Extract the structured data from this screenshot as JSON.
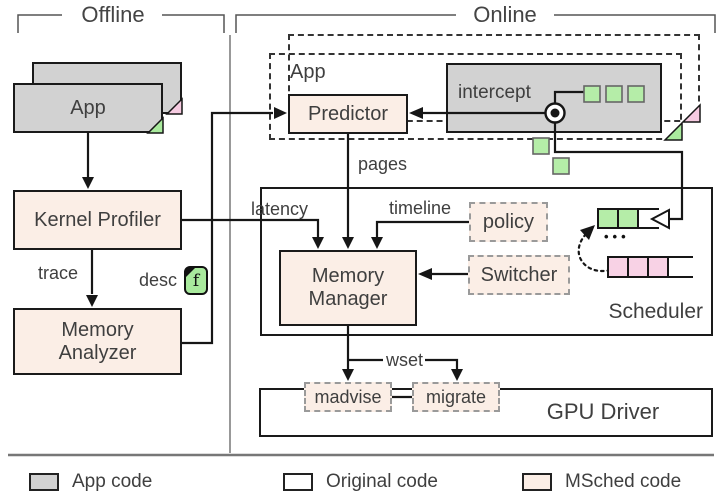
{
  "figure": {
    "offline_label": "Offline",
    "online_label": "Online"
  },
  "offline": {
    "app_label": "App",
    "kernel_profiler_label": "Kernel Profiler",
    "trace_label": "trace",
    "desc_label": "desc",
    "desc_icon_letter": "f",
    "memory_analyzer_line1": "Memory",
    "memory_analyzer_line2": "Analyzer"
  },
  "online": {
    "app_label": "App",
    "predictor_label": "Predictor",
    "intercept_label": "intercept",
    "pages_label": "pages",
    "latency_label": "latency",
    "timeline_label": "timeline",
    "policy_label": "policy",
    "switcher_label": "Switcher",
    "memory_manager_line1": "Memory",
    "memory_manager_line2": "Manager",
    "scheduler_label": "Scheduler",
    "queue_dots": "•••",
    "wset_label": "wset",
    "madvise_label": "madvise",
    "migrate_label": "migrate",
    "gpu_driver_label": "GPU Driver"
  },
  "legend": {
    "items": [
      {
        "label": "App code",
        "color": "#d2d2d2"
      },
      {
        "label": "Original code",
        "color": "#ffffff"
      },
      {
        "label": "MSched code",
        "color": "#fbeee6"
      }
    ]
  },
  "colors": {
    "app_code_fill": "#d2d2d2",
    "original_code_fill": "#ffffff",
    "msched_code_fill": "#fbeee6",
    "green_block": "#b5eda8",
    "pink_block": "#f8d2e5",
    "pink_fold": "#f6cbe1",
    "green_fold": "#a9ea9d",
    "line": "#161616"
  }
}
